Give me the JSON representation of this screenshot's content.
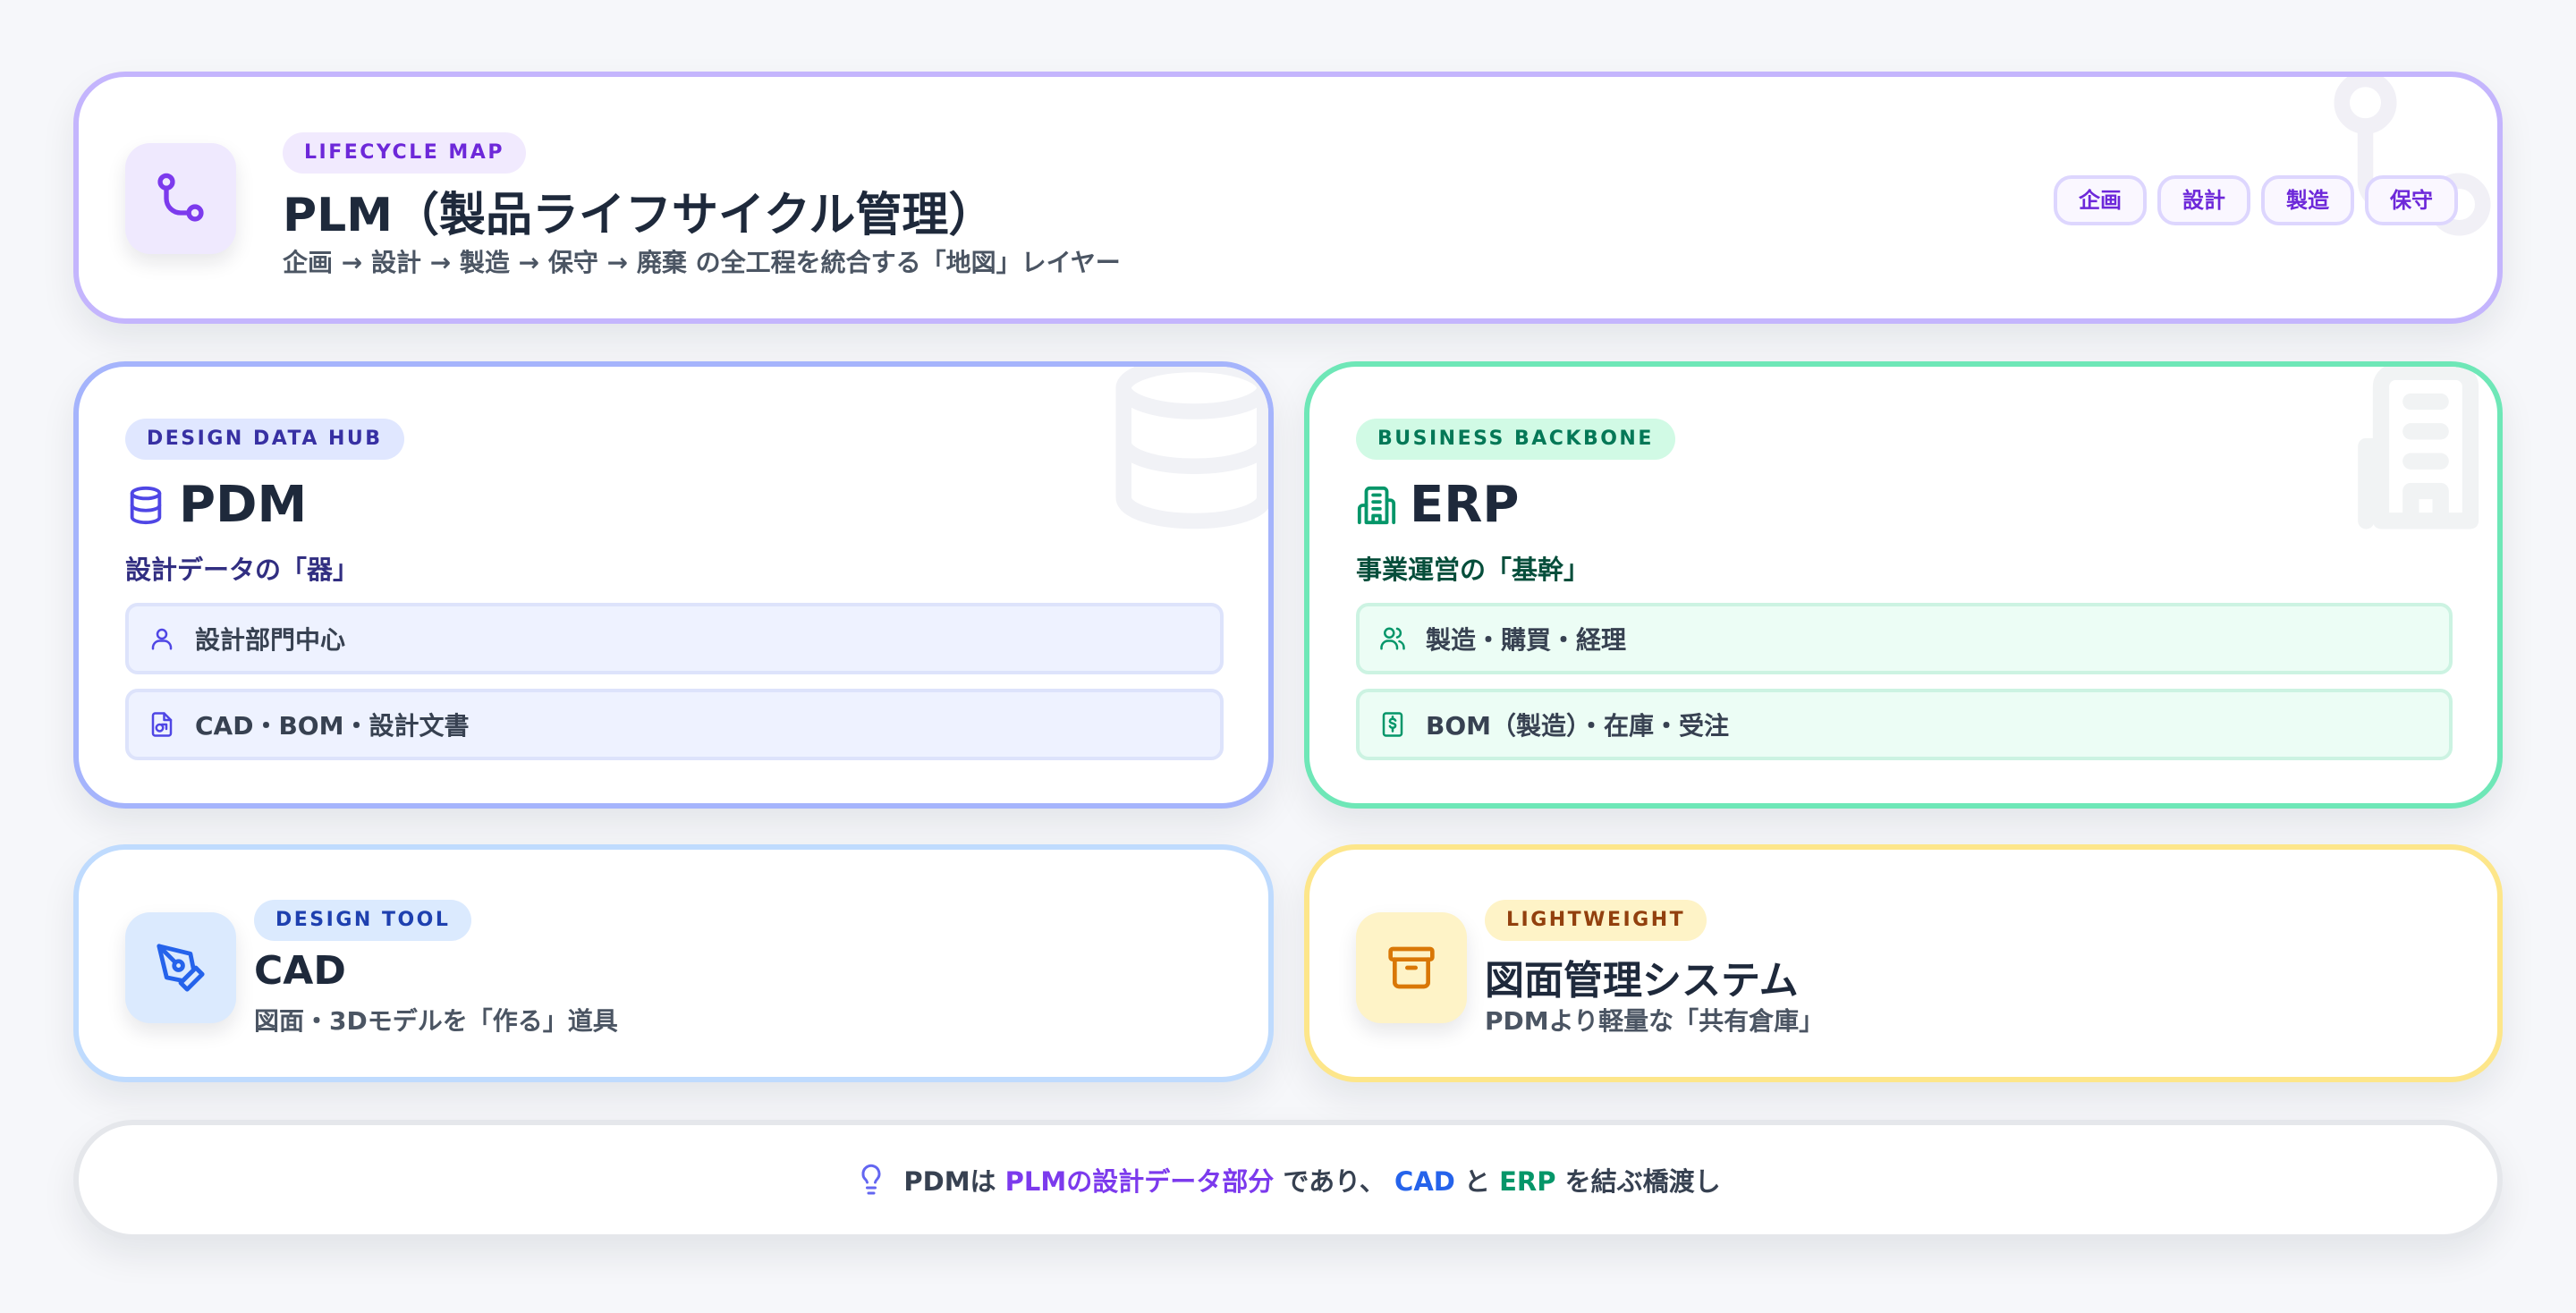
{
  "plm": {
    "tag": "LIFECYCLE MAP",
    "title": "PLM（製品ライフサイクル管理）",
    "subtitle": "企画 → 設計 → 製造 → 保守 → 廃棄 の全工程を統合する「地図」レイヤー",
    "stages": [
      "企画",
      "設計",
      "製造",
      "保守"
    ],
    "icon": "git-branch-icon"
  },
  "pdm": {
    "tag": "DESIGN DATA HUB",
    "title": "PDM",
    "role": "設計データの「器」",
    "items": [
      {
        "icon": "user-icon",
        "label": "設計部門中心"
      },
      {
        "icon": "file-shapes-icon",
        "label": "CAD・BOM・設計文書"
      }
    ],
    "icon": "database-icon"
  },
  "erp": {
    "tag": "BUSINESS BACKBONE",
    "title": "ERP",
    "role": "事業運営の「基幹」",
    "items": [
      {
        "icon": "users-icon",
        "label": "製造・購買・経理"
      },
      {
        "icon": "receipt-icon",
        "label": "BOM（製造）・在庫・受注"
      }
    ],
    "icon": "building-icon"
  },
  "cad": {
    "tag": "DESIGN TOOL",
    "title": "CAD",
    "subtitle": "図面・3Dモデルを「作る」道具",
    "icon": "pen-tool-icon"
  },
  "drawing": {
    "tag": "LIGHTWEIGHT",
    "title": "図面管理システム",
    "subtitle": "PDMより軽量な「共有倉庫」",
    "icon": "archive-icon"
  },
  "footer": {
    "icon": "lightbulb-icon",
    "p1": "PDMは",
    "p2": "PLMの設計データ部分",
    "p3": "であり、",
    "p4": "CAD",
    "p5": "と",
    "p6": "ERP",
    "p7": "を結ぶ橋渡し"
  },
  "colors": {
    "plm": "#7c3aed",
    "pdm": "#4f46e5",
    "erp": "#059669",
    "cad": "#2563eb",
    "drawing": "#d97706"
  }
}
